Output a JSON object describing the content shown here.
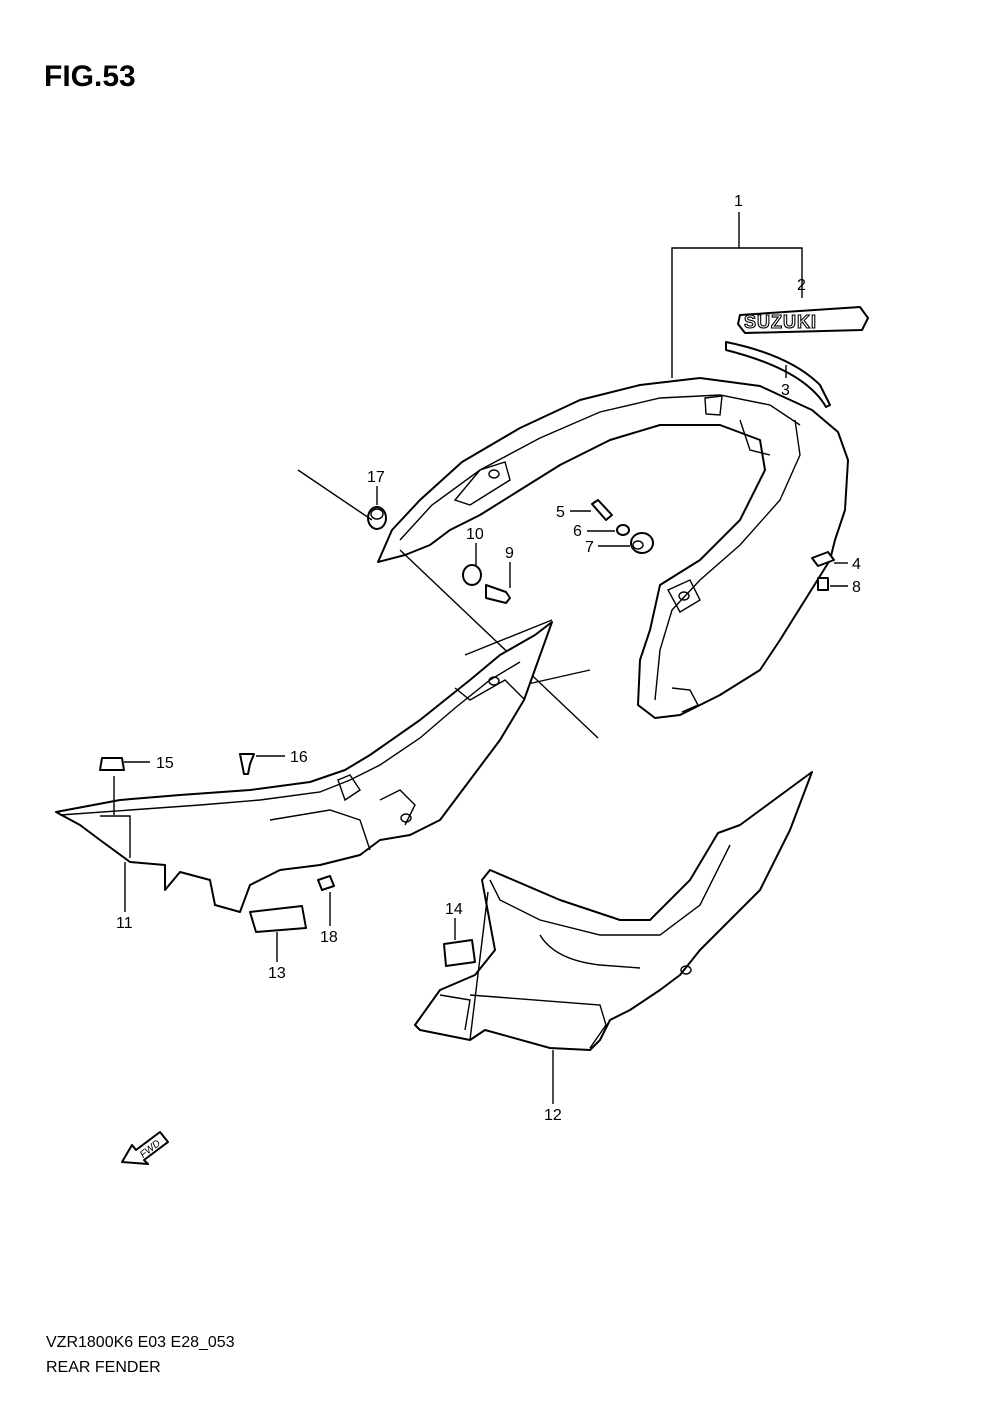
{
  "figure": {
    "title": "FIG.53"
  },
  "footer": {
    "model_code": "VZR1800K6 E03 E28_053",
    "section_name": "REAR FENDER"
  },
  "callouts": {
    "c1": "1",
    "c2": "2",
    "c3": "3",
    "c4": "4",
    "c5": "5",
    "c6": "6",
    "c7": "7",
    "c8": "8",
    "c9": "9",
    "c10": "10",
    "c11": "11",
    "c12": "12",
    "c13": "13",
    "c14": "14",
    "c15": "15",
    "c16": "16",
    "c17": "17",
    "c18": "18"
  },
  "emblem_text": "SUZUKI",
  "fwd_arrow_text": "FWD"
}
